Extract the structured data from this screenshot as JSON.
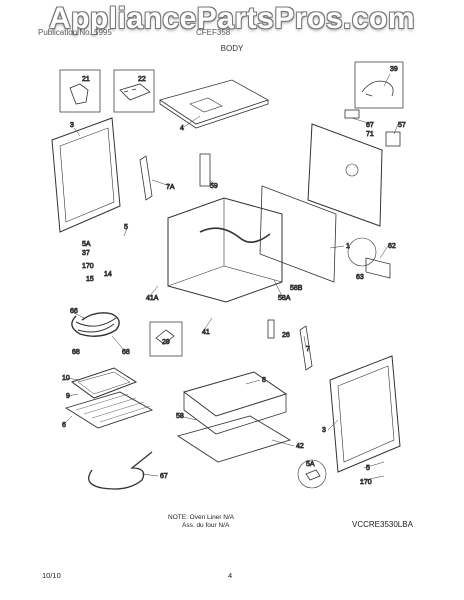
{
  "watermark": "AppliancePartsPros.com",
  "header": {
    "left": "Publication No. 5995",
    "center": "CFEF358"
  },
  "section_title": "BODY",
  "parts": {
    "1": "1",
    "3": "3",
    "4": "4",
    "5": "5",
    "5A": "5A",
    "6": "6",
    "7": "7",
    "7A": "7A",
    "8": "8",
    "9": "9",
    "10": "10",
    "14": "14",
    "15": "15",
    "21": "21",
    "22": "22",
    "26": "26",
    "29": "29",
    "37": "37",
    "39": "39",
    "41": "41",
    "41A": "41A",
    "42": "42",
    "57": "57",
    "58": "58",
    "58A": "58A",
    "58B": "58B",
    "59": "59",
    "62": "62",
    "63": "63",
    "66": "66",
    "67": "67",
    "68": "68",
    "71": "71",
    "170": "170"
  },
  "note": {
    "line1": "NOTE: Oven Liner N/A",
    "line2": "Ass. du four N/A"
  },
  "diagram_code": "VCCRE3530LBA",
  "footer": {
    "date": "10/10",
    "page": "4"
  }
}
